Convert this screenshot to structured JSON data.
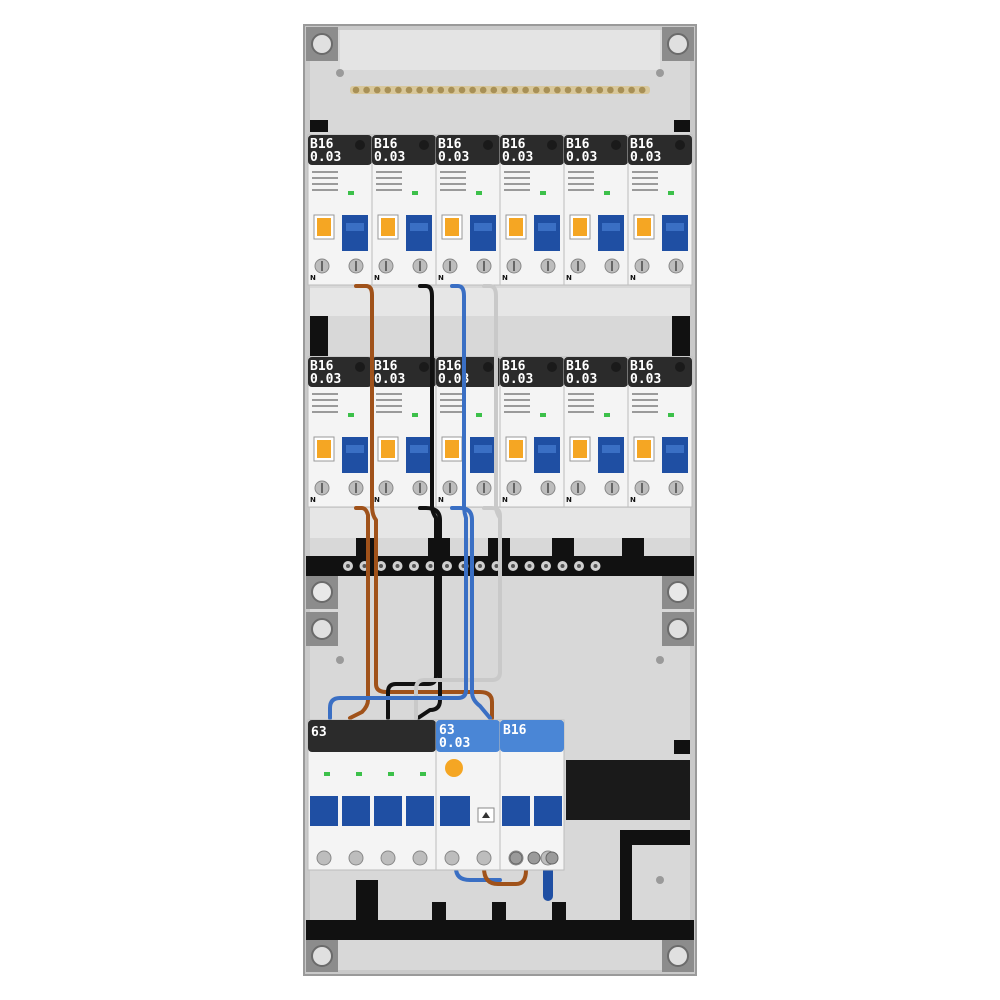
{
  "rows": [
    {
      "id": "row-top",
      "modules": [
        {
          "rating": "B16",
          "sensitivity": "0.03"
        },
        {
          "rating": "B16",
          "sensitivity": "0.03"
        },
        {
          "rating": "B16",
          "sensitivity": "0.03"
        },
        {
          "rating": "B16",
          "sensitivity": "0.03"
        },
        {
          "rating": "B16",
          "sensitivity": "0.03"
        },
        {
          "rating": "B16",
          "sensitivity": "0.03"
        }
      ]
    },
    {
      "id": "row-middle",
      "modules": [
        {
          "rating": "B16",
          "sensitivity": "0.03"
        },
        {
          "rating": "B16",
          "sensitivity": "0.03"
        },
        {
          "rating": "B16",
          "sensitivity": "0.03"
        },
        {
          "rating": "B16",
          "sensitivity": "0.03"
        },
        {
          "rating": "B16",
          "sensitivity": "0.03"
        },
        {
          "rating": "B16",
          "sensitivity": "0.03"
        }
      ]
    }
  ],
  "bottom": {
    "main_switch": {
      "rating": "63"
    },
    "rcd": {
      "rating": "63",
      "sensitivity": "0.03"
    },
    "mcb": {
      "rating": "B16"
    }
  },
  "colors": {
    "enclosure": "#c8c8c8",
    "panel": "#d6d6d6",
    "module_body": "#f4f4f4",
    "module_head": "#2b2b2b",
    "rcd_head": "#4a86d6",
    "toggle_blue": "#1f4fa3",
    "toggle_orange": "#f5a623",
    "wire_brown": "#a0521a",
    "wire_blue": "#3a6fc4",
    "wire_black": "#111111",
    "wire_grey": "#c9c9c9",
    "rail": "#111111"
  }
}
